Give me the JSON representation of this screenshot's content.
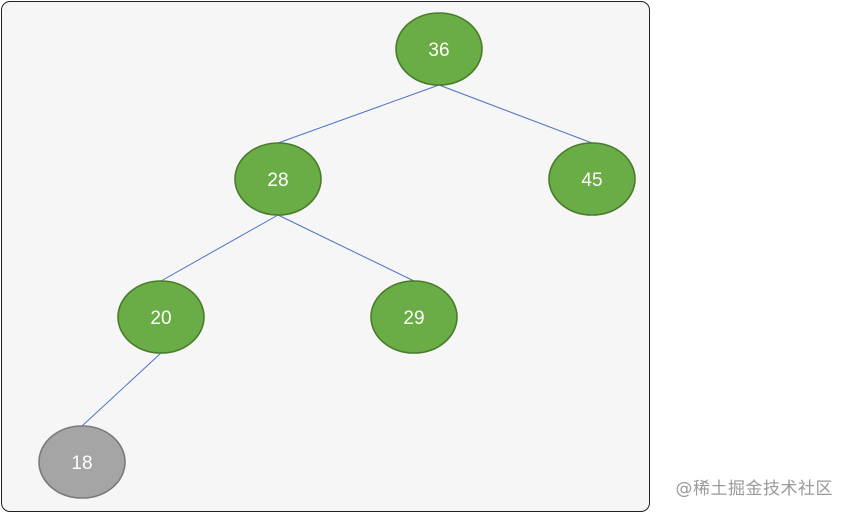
{
  "tree": {
    "nodes": [
      {
        "id": "n36",
        "label": "36",
        "state": "normal"
      },
      {
        "id": "n28",
        "label": "28",
        "state": "normal"
      },
      {
        "id": "n45",
        "label": "45",
        "state": "normal"
      },
      {
        "id": "n20",
        "label": "20",
        "state": "normal"
      },
      {
        "id": "n29",
        "label": "29",
        "state": "normal"
      },
      {
        "id": "n18",
        "label": "18",
        "state": "inserted"
      }
    ],
    "edges": [
      {
        "from": "n36",
        "to": "n28"
      },
      {
        "from": "n36",
        "to": "n45"
      },
      {
        "from": "n28",
        "to": "n20"
      },
      {
        "from": "n28",
        "to": "n29"
      },
      {
        "from": "n20",
        "to": "n18"
      }
    ]
  },
  "colors": {
    "node_fill": "#6aac45",
    "node_stroke": "#4a7c2c",
    "inserted_fill": "#a5a5a5",
    "inserted_stroke": "#7a7a7a",
    "edge": "#4a72c4",
    "label": "#ffffff"
  },
  "watermark": "@稀土掘金技术社区"
}
